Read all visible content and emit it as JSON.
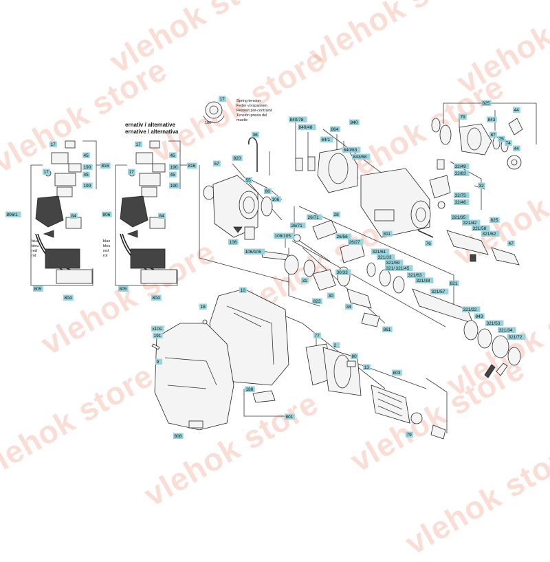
{
  "watermark": {
    "text": "vlehok store",
    "color": "#f09678"
  },
  "headers": {
    "left": "ernativ / alternative",
    "left2": "ernative / alternativa",
    "spring_lines": [
      "Spring tension",
      "Feder vorspannen",
      "Ressort pré-contraint",
      "Tensión previa del",
      "muelle"
    ],
    "angle": "180°"
  },
  "wire_notes": {
    "blue": "blue",
    "bleu": "bleu",
    "red": "red",
    "rot": "rot"
  },
  "labels": [
    {
      "id": "17a",
      "text": "17"
    },
    {
      "id": "45a",
      "text": "45"
    },
    {
      "id": "190a",
      "text": "190"
    },
    {
      "id": "17b",
      "text": "17"
    },
    {
      "id": "45b",
      "text": "45"
    },
    {
      "id": "190b",
      "text": "190"
    },
    {
      "id": "816a",
      "text": "816"
    },
    {
      "id": "806_1",
      "text": "806/1"
    },
    {
      "id": "84a",
      "text": "84"
    },
    {
      "id": "805a",
      "text": "805"
    },
    {
      "id": "804a",
      "text": "804"
    },
    {
      "id": "17c",
      "text": "17"
    },
    {
      "id": "45c",
      "text": "45"
    },
    {
      "id": "190c",
      "text": "190"
    },
    {
      "id": "17d",
      "text": "17"
    },
    {
      "id": "45d",
      "text": "45"
    },
    {
      "id": "190d",
      "text": "190"
    },
    {
      "id": "816b",
      "text": "816"
    },
    {
      "id": "806",
      "text": "806"
    },
    {
      "id": "84b",
      "text": "84"
    },
    {
      "id": "805b",
      "text": "805"
    },
    {
      "id": "804b",
      "text": "804"
    },
    {
      "id": "17e",
      "text": "17"
    },
    {
      "id": "36",
      "text": "36"
    },
    {
      "id": "820",
      "text": "820"
    },
    {
      "id": "57",
      "text": "57"
    },
    {
      "id": "55",
      "text": "55"
    },
    {
      "id": "66",
      "text": "66"
    },
    {
      "id": "106a",
      "text": "106"
    },
    {
      "id": "106b",
      "text": "106"
    },
    {
      "id": "106_105a",
      "text": "106/105"
    },
    {
      "id": "106_105b",
      "text": "106/105"
    },
    {
      "id": "840_78",
      "text": "840/78"
    },
    {
      "id": "840_48",
      "text": "840/48"
    },
    {
      "id": "840",
      "text": "840"
    },
    {
      "id": "864",
      "text": "864"
    },
    {
      "id": "64_1",
      "text": "64/1"
    },
    {
      "id": "840_63",
      "text": "840/63"
    },
    {
      "id": "843_68",
      "text": "843/68"
    },
    {
      "id": "811",
      "text": "811"
    },
    {
      "id": "76",
      "text": "76"
    },
    {
      "id": "825a",
      "text": "825"
    },
    {
      "id": "79",
      "text": "79"
    },
    {
      "id": "843",
      "text": "843"
    },
    {
      "id": "44a",
      "text": "44"
    },
    {
      "id": "87",
      "text": "87"
    },
    {
      "id": "75",
      "text": "75"
    },
    {
      "id": "74",
      "text": "74"
    },
    {
      "id": "44b",
      "text": "44"
    },
    {
      "id": "32_49",
      "text": "32/49"
    },
    {
      "id": "32_83",
      "text": "32/83"
    },
    {
      "id": "32",
      "text": "32"
    },
    {
      "id": "32_75",
      "text": "32/75"
    },
    {
      "id": "32_46",
      "text": "32/46"
    },
    {
      "id": "28",
      "text": "28"
    },
    {
      "id": "26_71a",
      "text": "26/71"
    },
    {
      "id": "26_71b",
      "text": "26/71"
    },
    {
      "id": "26_56",
      "text": "26/56"
    },
    {
      "id": "26_27",
      "text": "26/27"
    },
    {
      "id": "321_61",
      "text": "321/61"
    },
    {
      "id": "321_33",
      "text": "321/33"
    },
    {
      "id": "321_59",
      "text": "321/59"
    },
    {
      "id": "321_56",
      "text": "321/56"
    },
    {
      "id": "321_45",
      "text": "321/45"
    },
    {
      "id": "321_63",
      "text": "321/63"
    },
    {
      "id": "321_38",
      "text": "321/38"
    },
    {
      "id": "321_57",
      "text": "321/57"
    },
    {
      "id": "821",
      "text": "821"
    },
    {
      "id": "321_35",
      "text": "321/35"
    },
    {
      "id": "321_42",
      "text": "321/42"
    },
    {
      "id": "321_58",
      "text": "321/58"
    },
    {
      "id": "321_62",
      "text": "321/62"
    },
    {
      "id": "825b",
      "text": "825"
    },
    {
      "id": "47",
      "text": "47"
    },
    {
      "id": "321_22",
      "text": "321/22"
    },
    {
      "id": "843b",
      "text": "843"
    },
    {
      "id": "321_53",
      "text": "321/53"
    },
    {
      "id": "321_34",
      "text": "321/34"
    },
    {
      "id": "321_72",
      "text": "321/72"
    },
    {
      "id": "31",
      "text": "31"
    },
    {
      "id": "823",
      "text": "823"
    },
    {
      "id": "30_33",
      "text": "30/33"
    },
    {
      "id": "30",
      "text": "30"
    },
    {
      "id": "34",
      "text": "34"
    },
    {
      "id": "861",
      "text": "861"
    },
    {
      "id": "10",
      "text": "10"
    },
    {
      "id": "18",
      "text": "18"
    },
    {
      "id": "x10s",
      "text": "x10s"
    },
    {
      "id": "191",
      "text": "191"
    },
    {
      "id": "9",
      "text": "9"
    },
    {
      "id": "808",
      "text": "808"
    },
    {
      "id": "188",
      "text": "188"
    },
    {
      "id": "801",
      "text": "801"
    },
    {
      "id": "77",
      "text": "77"
    },
    {
      "id": "2",
      "text": "2"
    },
    {
      "id": "80",
      "text": "80"
    },
    {
      "id": "13",
      "text": "13"
    },
    {
      "id": "803",
      "text": "803"
    },
    {
      "id": "79b",
      "text": "79"
    }
  ]
}
